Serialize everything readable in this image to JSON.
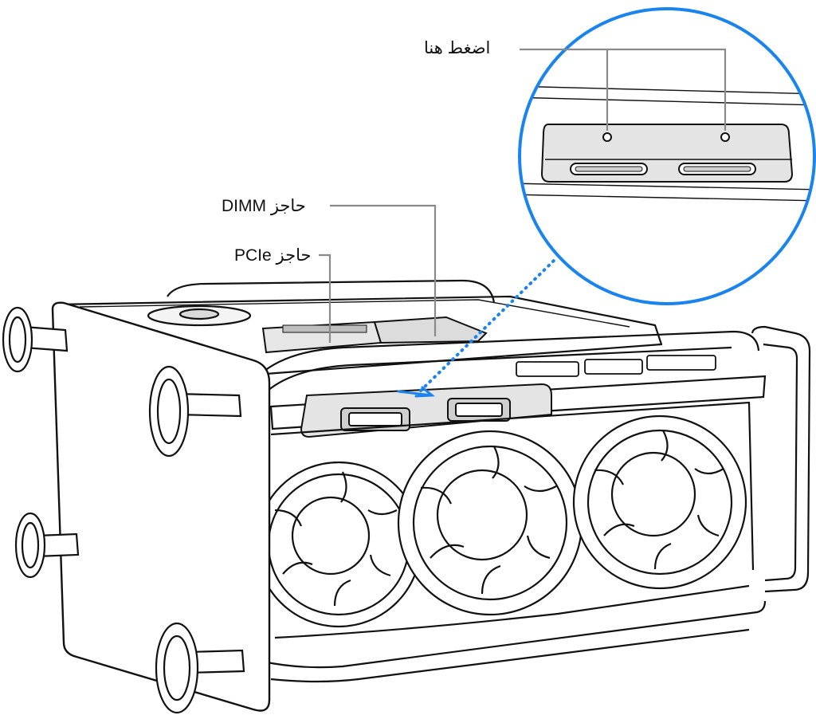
{
  "labels": {
    "press_here": "اضغط هنا",
    "dimm_cover": "حاجز DIMM",
    "pcie_cover": "حاجز PCIe"
  },
  "colors": {
    "outline": "#111111",
    "leader": "#8a8a8a",
    "accent": "#1a84ee",
    "panel": "#e4e4e4",
    "panel_dark": "#cfcfcf"
  }
}
